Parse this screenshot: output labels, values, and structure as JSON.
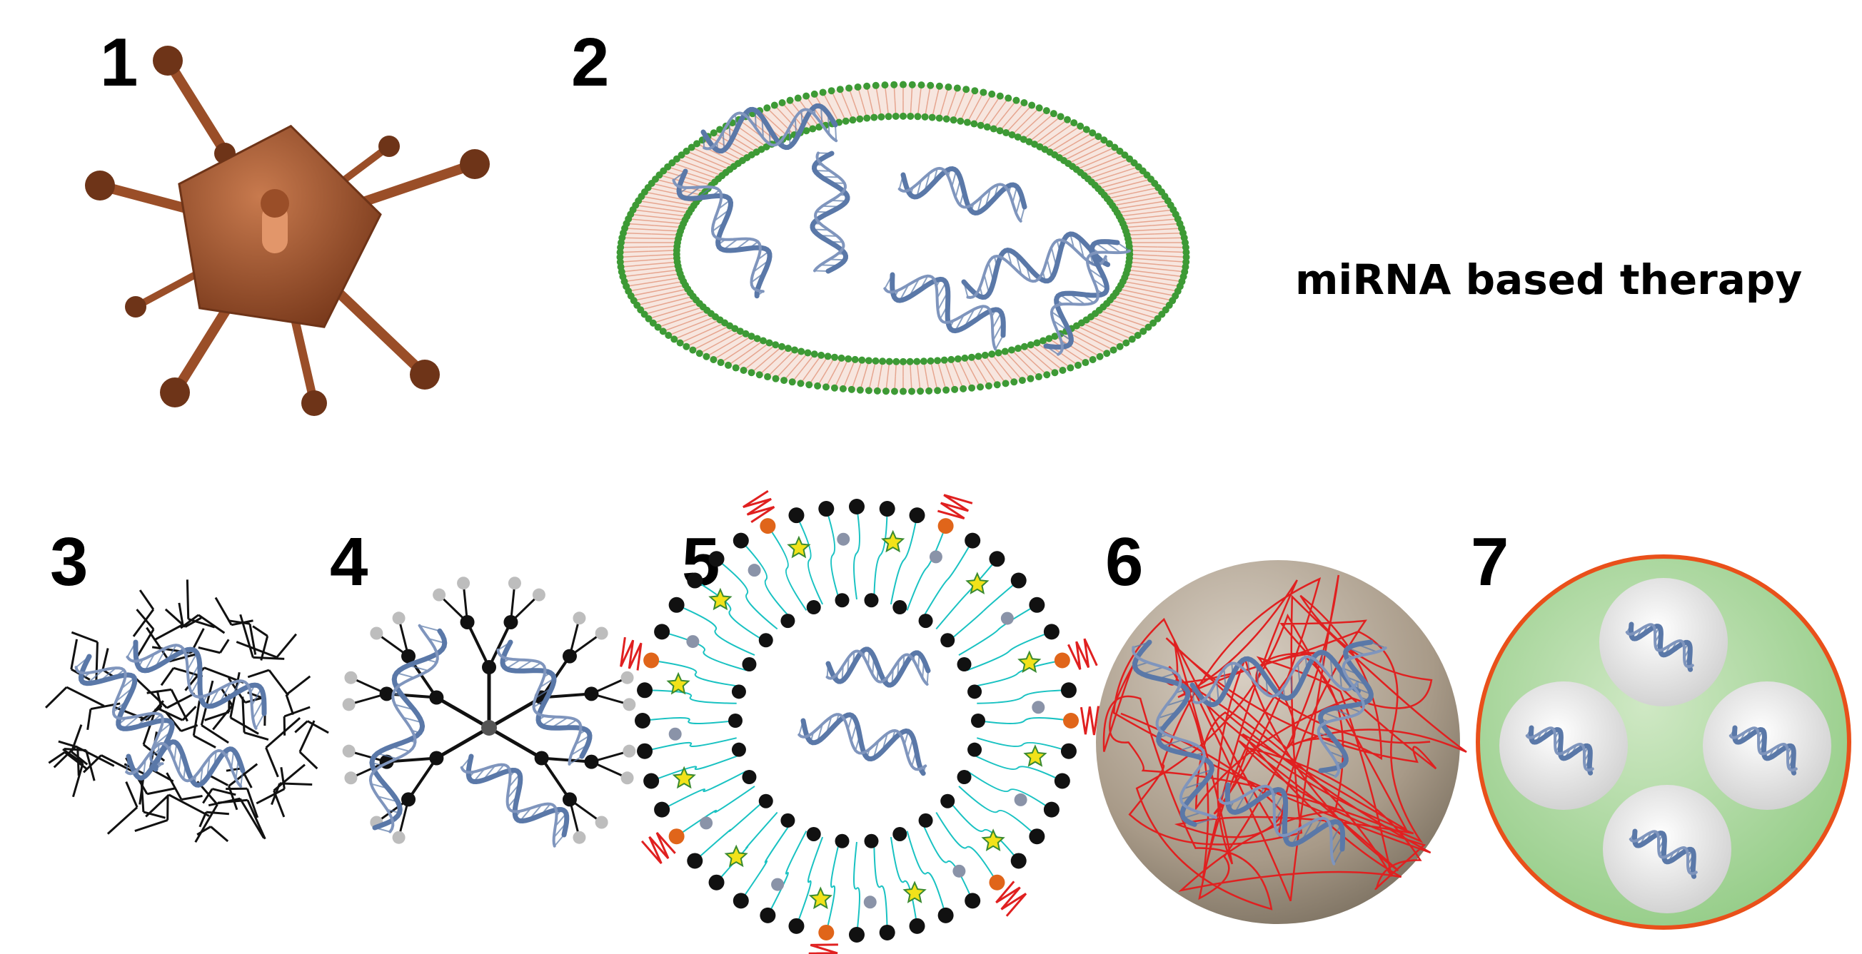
{
  "title": "miRNA based therapy",
  "panels": [
    {
      "number": "1",
      "icon": "viral-vector-icon"
    },
    {
      "number": "2",
      "icon": "liposome-icon"
    },
    {
      "number": "3",
      "icon": "polymer-complex-icon"
    },
    {
      "number": "4",
      "icon": "dendrimer-icon"
    },
    {
      "number": "5",
      "icon": "lipid-nanoparticle-icon"
    },
    {
      "number": "6",
      "icon": "inorganic-nanoparticle-icon"
    },
    {
      "number": "7",
      "icon": "microparticle-icon"
    }
  ],
  "colors": {
    "rna": "#5a78a8",
    "virus": "#9a4e28",
    "lipid_head": "#3d9a35",
    "lipid_tail": "#e6a58f",
    "polymer": "#111111",
    "dendrimer_tip": "#bdbdbd",
    "chain": "#19c2c2",
    "star": "#f2e21a",
    "ligand": "#e02020",
    "sphere": "#b7aa9a",
    "capsule_fill": "#a8d69a",
    "capsule_border": "#e9501a"
  }
}
